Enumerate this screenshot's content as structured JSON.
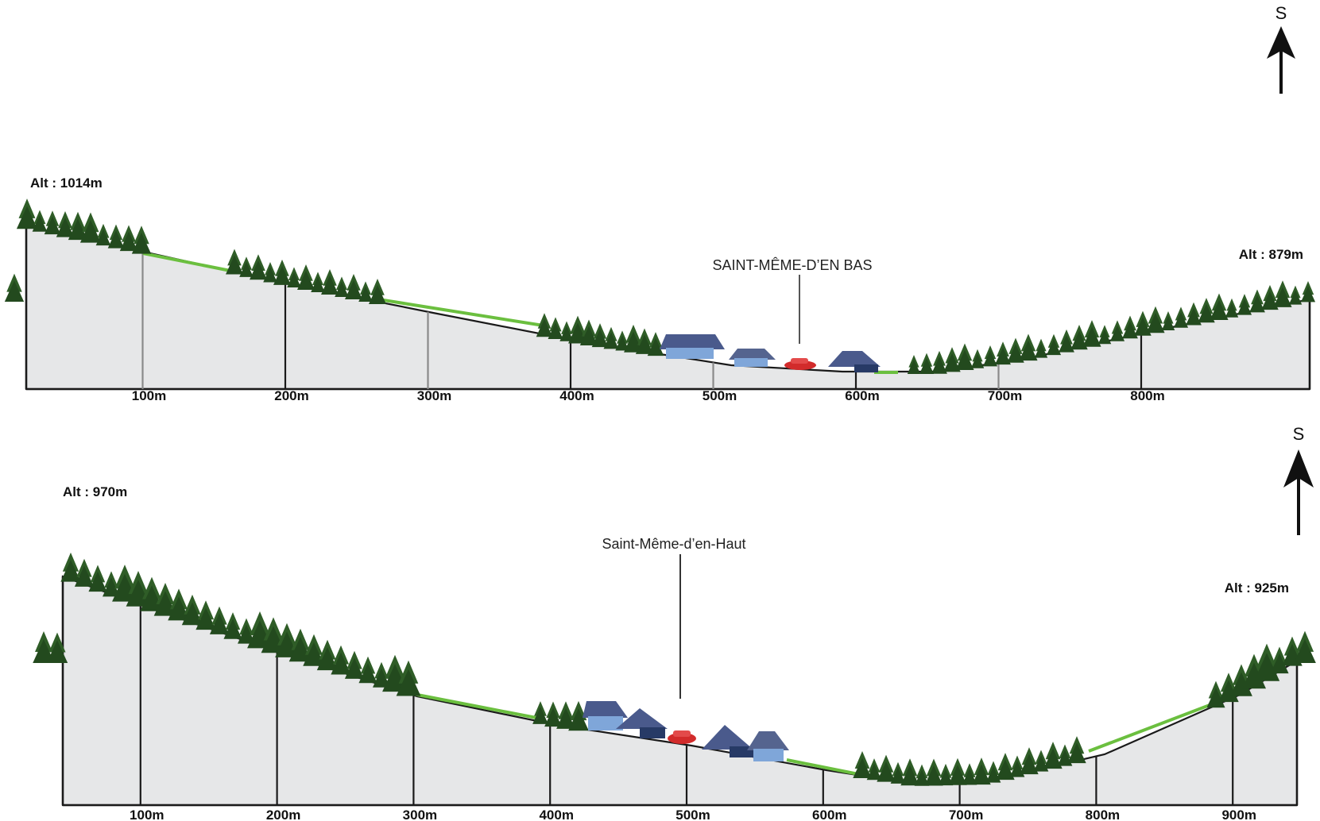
{
  "colors": {
    "terrain_fill": "#e6e7e8",
    "terrain_outline": "#1a1a1a",
    "tree_dark": "#234a1e",
    "tree_mid": "#2f5d27",
    "grass": "#6bbf3f",
    "house_roof": "#4a5a8c",
    "house_wall": "#7fa6d9",
    "car": "#d22b2b"
  },
  "icons": {
    "north_arrow": "arrow-up-icon",
    "tree": "conifer-tree-icon",
    "house": "house-icon",
    "car": "car-icon"
  },
  "profiles": [
    {
      "north_label": "S",
      "alt_start": "Alt : 1014m",
      "alt_end": "Alt : 879m",
      "place": "SAINT-MÊME-D’EN BAS",
      "ticks": [
        "100m",
        "200m",
        "300m",
        "400m",
        "500m",
        "600m",
        "700m",
        "800m"
      ]
    },
    {
      "north_label": "S",
      "alt_start": "Alt : 970m",
      "alt_end": "Alt : 925m",
      "place": "Saint-Même-d’en-Haut",
      "ticks": [
        "100m",
        "200m",
        "300m",
        "400m",
        "500m",
        "600m",
        "700m",
        "800m",
        "900m"
      ]
    }
  ]
}
